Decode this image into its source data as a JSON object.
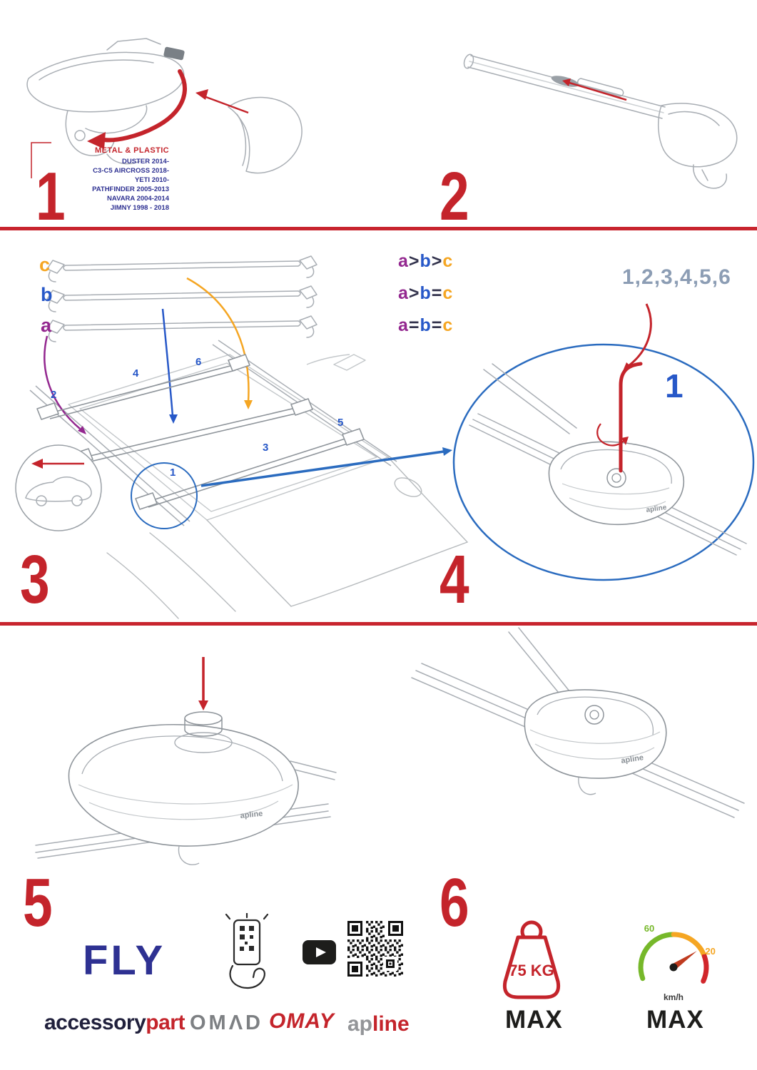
{
  "brand": {
    "mark": "apline"
  },
  "colors": {
    "accent_red": "#c4242b",
    "navy": "#2e3192",
    "blue": "#2758c8",
    "purple": "#93278f",
    "orange": "#f5a623",
    "gray_line": "#a9aeb4"
  },
  "icons": {
    "scan": "phone-qr-scan",
    "video": "youtube-play",
    "qr": "qr-code",
    "weight": "kettlebell-weight",
    "speed": "speedometer"
  },
  "steps": {
    "s1": {
      "num": "1",
      "material": "METAL & PLASTIC",
      "models": [
        "DUSTER 2014-",
        "C3-C5 AIRCROSS 2018-",
        "YETI 2010-",
        "PATHFINDER 2005-2013",
        "NAVARA 2004-2014",
        "JIMNY 1998 - 2018"
      ]
    },
    "s2": {
      "num": "2"
    },
    "s3": {
      "num": "3",
      "bars": [
        {
          "label": "c"
        },
        {
          "label": "b"
        },
        {
          "label": "a"
        }
      ],
      "rules": [
        [
          "a",
          ">",
          "b",
          ">",
          "c"
        ],
        [
          "a",
          ">",
          "b",
          "=",
          "c"
        ],
        [
          "a",
          "=",
          "b",
          "=",
          "c"
        ]
      ],
      "positions": [
        "1",
        "2",
        "3",
        "4",
        "5",
        "6"
      ]
    },
    "s4": {
      "num": "4",
      "sequence": "1,2,3,4,5,6",
      "first": "1"
    },
    "s5": {
      "num": "5"
    },
    "s6": {
      "num": "6"
    }
  },
  "footer": {
    "fly": "FLY",
    "accessory": "accessory",
    "part": "part",
    "omad": "OMΛD",
    "omay": "OMAY",
    "apline_gray": "ap",
    "apline_red": "line",
    "weight_value": "75 KG",
    "weight_max": "MAX",
    "speed_low": "60",
    "speed_high": "120",
    "speed_unit": "km/h",
    "speed_max": "MAX"
  }
}
